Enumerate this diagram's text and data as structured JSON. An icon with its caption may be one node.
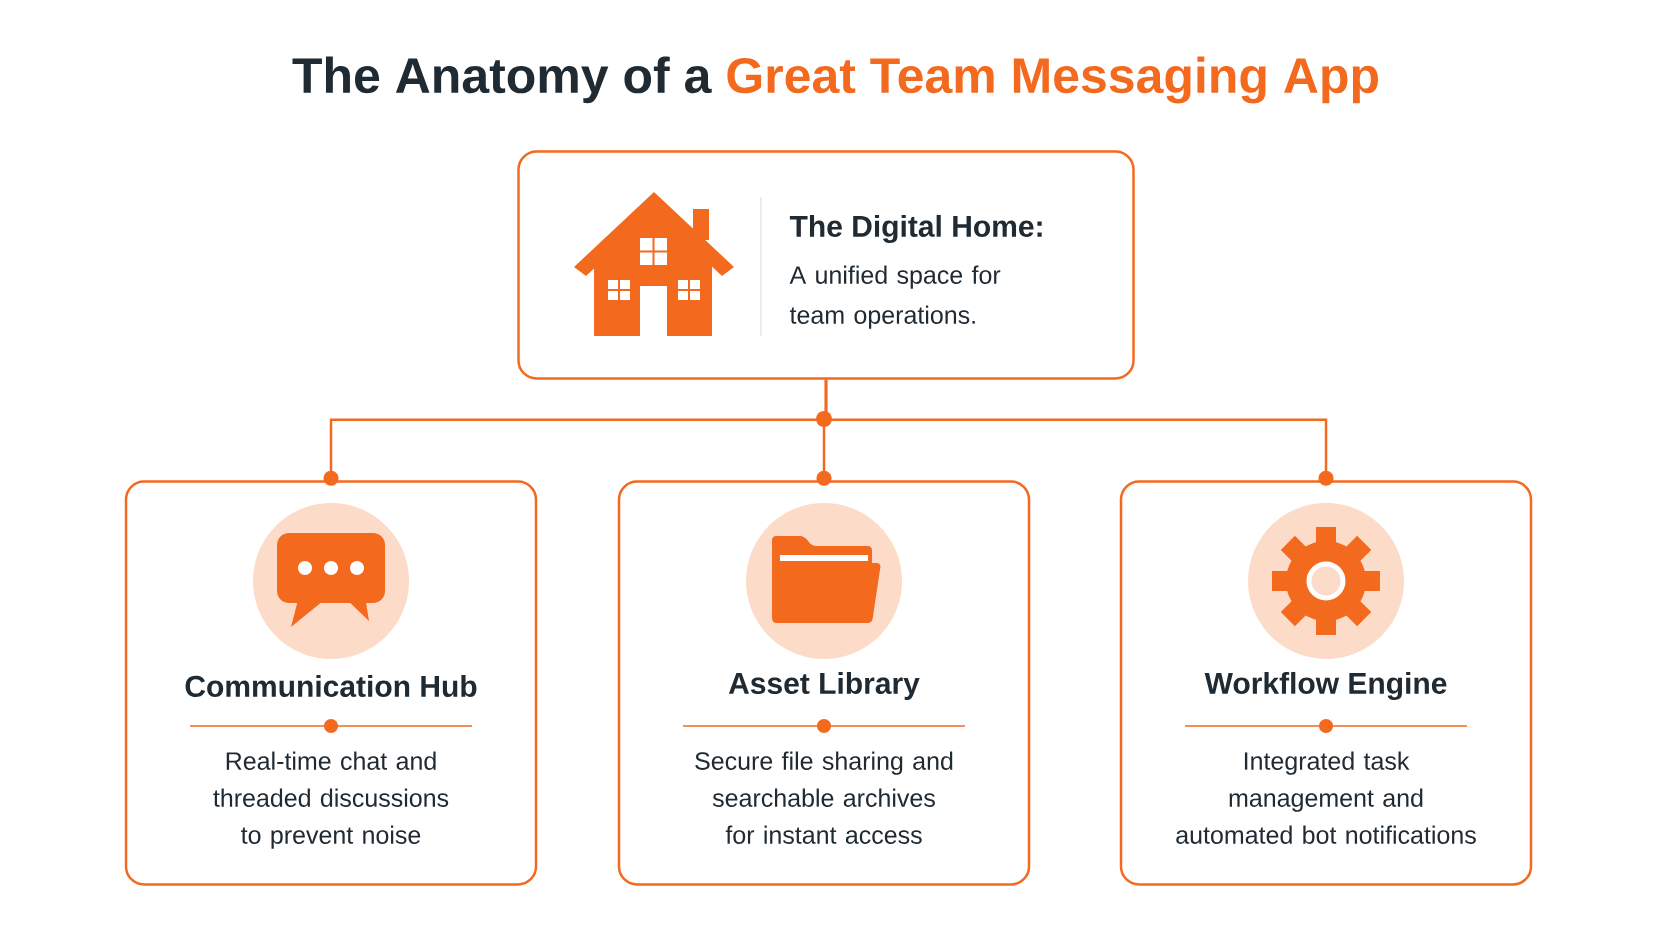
{
  "diagram": {
    "title": "The Anatomy of a **Great Team Messaging App**",
    "nodes": [
      {
        "text": [
          "The Digital Home:",
          "A unified space for team operations."
        ]
      },
      {
        "text": [
          "Communication Hub",
          "Real-time chat and threaded discussions to prevent noise"
        ]
      },
      {
        "text": [
          "Asset Library",
          "Secure file sharing and searchable archives for instant access"
        ]
      },
      {
        "text": [
          "Workflow Engine",
          "Integrated task management and automated bot notifications"
        ]
      }
    ],
    "edges": [
      {
        "from": 0,
        "to": 1,
        "arrow": "other"
      },
      {
        "from": 0,
        "to": 2,
        "arrow": "other"
      },
      {
        "from": 0,
        "to": 3,
        "arrow": "other"
      }
    ]
  }
}
